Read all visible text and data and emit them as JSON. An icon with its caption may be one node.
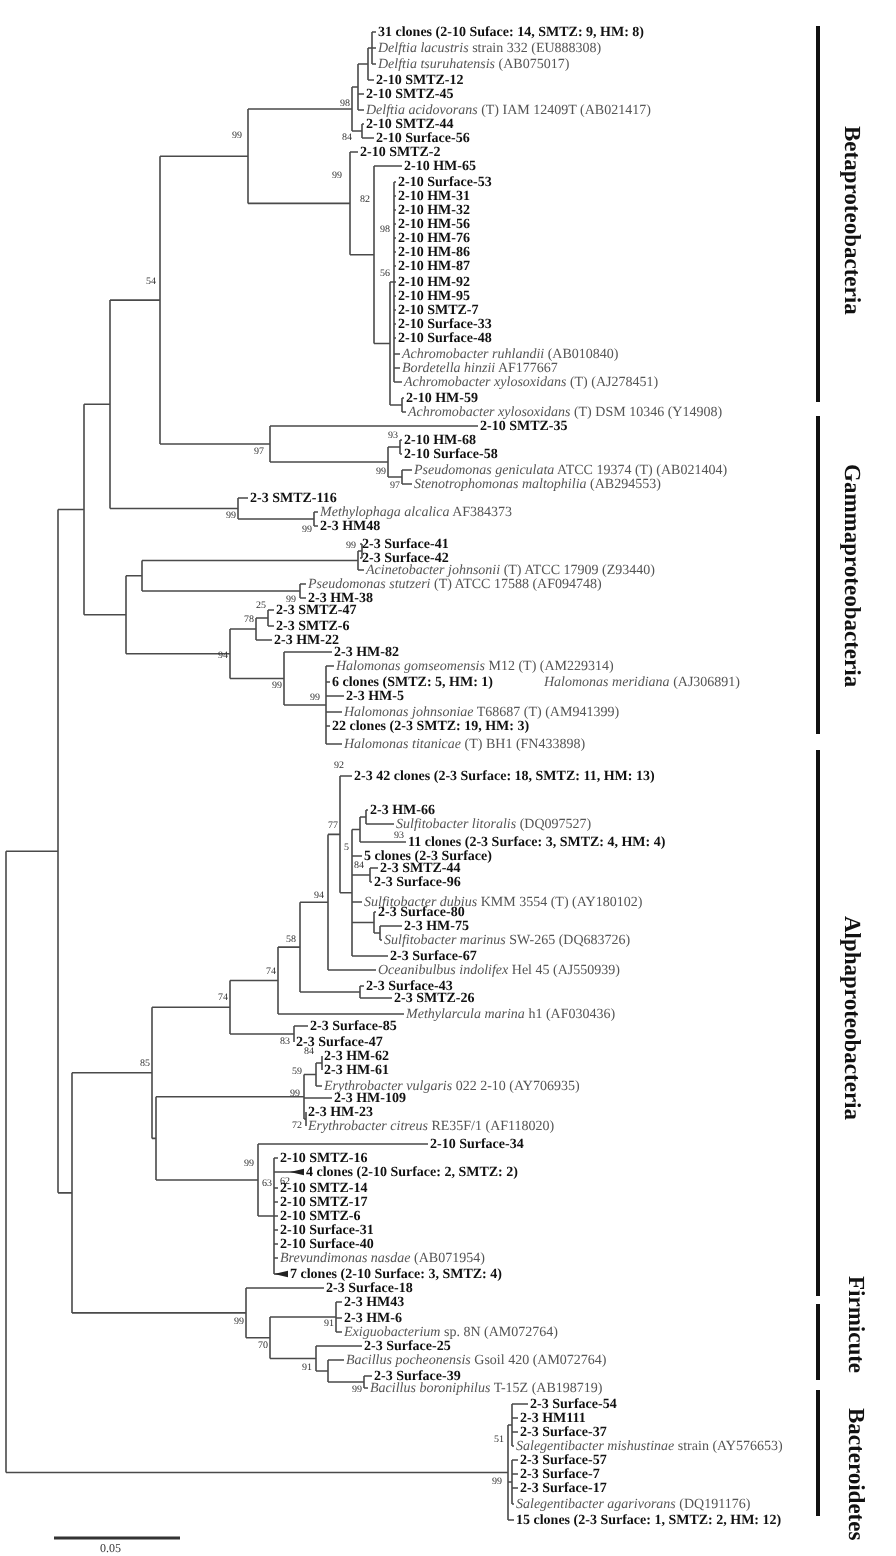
{
  "diagram": {
    "labels": [
      "31 clones (2-10 Suface: 14, SMTZ: 9, HM: 8)",
      "*Delftia lacustris* strain 332 (EU888308)",
      "*Delftia tsuruhatensis* (AB075017)",
      "2-10 SMTZ-12",
      "2-10 SMTZ-45",
      "98",
      "*Delftia acidovorans* (T) IAM 12409T (AB021417)",
      "2-10 SMTZ-44",
      "99",
      "84",
      "2-10 Surface-56",
      "2-10 SMTZ-2",
      "2-10 HM-65",
      "99",
      "2-10 Surface-53",
      "2-10 HM-31",
      "82",
      "2-10 HM-32",
      "2-10 HM-56",
      "98",
      "2-10 HM-76",
      "2-10 HM-86",
      "2-10 HM-87",
      "56",
      "2-10 HM-92",
      "54",
      "2-10 HM-95",
      "2-10 SMTZ-7",
      "2-10 Surface-33",
      "2-10 Surface-48",
      "*Achromobacter ruhlandii* (AB010840)",
      "*Bordetella hinzii* AF177667",
      "*Achromobacter xylosoxidans* (T) (AJ278451)",
      "2-10 HM-59",
      "*Achromobacter xylosoxidans* (T) DSM 10346 (Y14908)",
      "2-10 SMTZ-35",
      "93",
      "2-10 HM-68",
      "97",
      "2-10 Surface-58",
      "99",
      "*Pseudomonas geniculata* ATCC 19374 (T) (AB021404)",
      "97",
      "*Stenotrophomonas maltophilia* (AB294553)",
      "2-3 SMTZ-116",
      "99",
      "*Methylophaga alcalica* AF384373",
      "99",
      "2-3 HM48",
      "99",
      "2-3 Surface-41",
      "2-3 Surface-42",
      "*Acinetobacter johnsonii* (T) ATCC 17909 (Z93440)",
      "*Pseudomonas stutzeri* (T) ATCC 17588 (AF094748)",
      "99",
      "2-3 HM-38",
      "25",
      "2-3 SMTZ-47",
      "78",
      "2-3 SMTZ-6",
      "2-3 HM-22",
      "2-3 HM-82",
      "94",
      "*Halomonas gomseomensis* M12 (T) (AM229314)",
      "99",
      "6 clones (SMTZ: 5, HM: 1)",
      "*Halomonas meridiana* (AJ306891)",
      "99",
      "2-3 HM-5",
      "*Halomonas johnsoniae* T68687 (T) (AM941399)",
      "22 clones (2-3 SMTZ: 19, HM: 3)",
      "*Halomonas titanicae* (T) BH1 (FN433898)",
      "92",
      "2-3 42 clones (2-3 Surface: 18, SMTZ: 11, HM: 13)",
      "2-3 HM-66",
      "*Sulfitobacter litoralis* (DQ097527)",
      "77",
      "93",
      "11 clones (2-3 Surface: 3, SMTZ: 4, HM: 4)",
      "5",
      "5 clones (2-3 Surface)",
      "84",
      "2-3 SMTZ-44",
      "2-3 Surface-96",
      "94",
      "*Sulfitobacter dubius* KMM 3554 (T) (AY180102)",
      "2-3 Surface-80",
      "2-3 HM-75",
      "*Sulfitobacter marinus* SW-265 (DQ683726)",
      "58",
      "2-3 Surface-67",
      "*Oceanibulbus indolifex* Hel 45 (AJ550939)",
      "74",
      "2-3 Surface-43",
      "2-3 SMTZ-26",
      "74",
      "*Methylarcula marina* h1 (AF030436)",
      "2-3 Surface-85",
      "83",
      "2-3 Surface-47",
      "84",
      "2-3 HM-62",
      "85",
      "2-3 HM-61",
      "59",
      "*Erythrobacter vulgaris* 022 2-10 (AY706935)",
      "99",
      "2-3 HM-109",
      "2-3 HM-23",
      "72",
      "*Erythrobacter citreus* RE35F/1 (AF118020)",
      "2-10 Surface-34",
      "2-10 SMTZ-16",
      "99",
      "4 clones (2-10 Surface: 2, SMTZ: 2)",
      "63",
      "62",
      "2-10 SMTZ-14",
      "2-10 SMTZ-17",
      "2-10 SMTZ-6",
      "2-10 Surface-31",
      "2-10 Surface-40",
      "*Brevundimonas nasdae* (AB071954)",
      "7 clones (2-10 Surface: 3, SMTZ: 4)",
      "2-3 Surface-18",
      "2-3 HM43",
      "99",
      "91",
      "2-3 HM-6",
      "*Exiguobacterium* sp. 8N (AM072764)",
      "70",
      "2-3 Surface-25",
      "91",
      "*Bacillus pocheonensis* Gsoil 420 (AM072764)",
      "2-3 Surface-39",
      "99",
      "*Bacillus boroniphilus* T-15Z (AB198719)",
      "2-3 Surface-54",
      "2-3 HM111",
      "2-3 Surface-37",
      "51",
      "*Salegentibacter mishustinae* strain (AY576653)",
      "2-3 Surface-57",
      "2-3 Surface-7",
      "99",
      "2-3 Surface-17",
      "*Salegentibacter agarivorans* (DQ191176)",
      "15 clones (2-3 Surface: 1, SMTZ: 2, HM: 12)",
      "Betaproteobacteria",
      "Gammaproteobacteria",
      "Alphaproteobacteria",
      "Firmicute",
      "Bacteroidetes",
      "0.05"
    ]
  }
}
